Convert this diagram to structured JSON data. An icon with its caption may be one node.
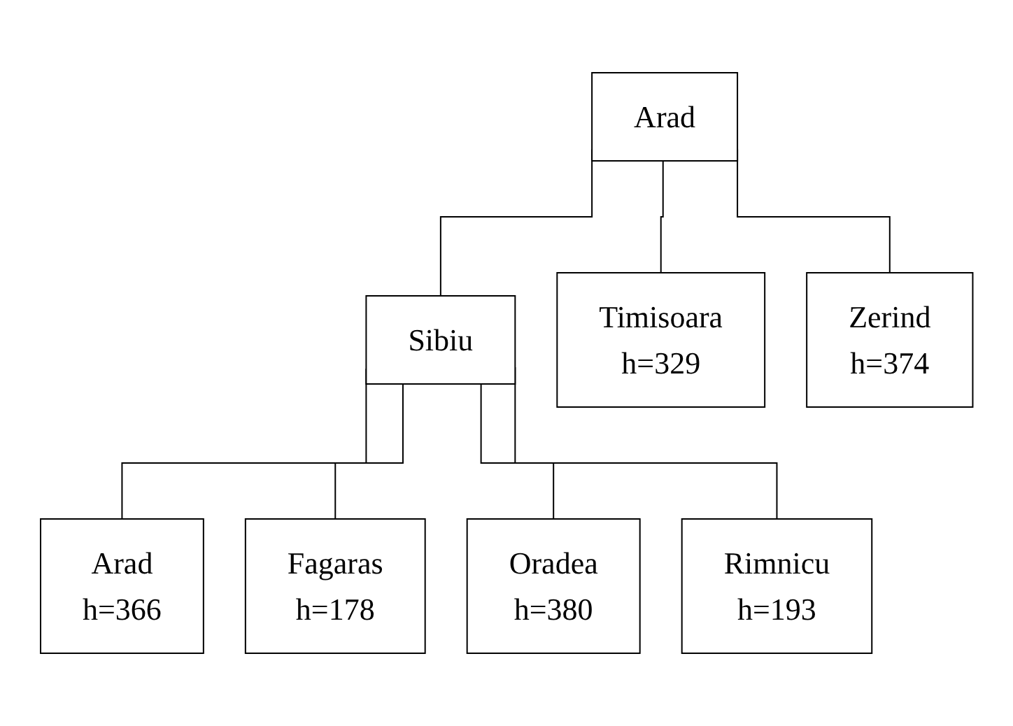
{
  "diagram": {
    "nodes": [
      {
        "text": [
          "Arad"
        ]
      },
      {
        "text": [
          "Sibiu"
        ]
      },
      {
        "text": [
          "Timisoara",
          "h=329"
        ]
      },
      {
        "text": [
          "Zerind",
          "h=374"
        ]
      },
      {
        "text": [
          "Arad",
          "h=366"
        ]
      },
      {
        "text": [
          "Fagaras",
          "h=178"
        ]
      },
      {
        "text": [
          "Oradea",
          "h=380"
        ]
      },
      {
        "text": [
          "Rimnicu",
          "h=193"
        ]
      }
    ],
    "edges": [
      {
        "from": 0,
        "to": 1,
        "arrow": "none"
      },
      {
        "from": 0,
        "to": 2,
        "arrow": "none"
      },
      {
        "from": 0,
        "to": 3,
        "arrow": "none"
      },
      {
        "from": 1,
        "to": 4,
        "arrow": "none"
      },
      {
        "from": 1,
        "to": 5,
        "arrow": "none"
      },
      {
        "from": 1,
        "to": 6,
        "arrow": "none"
      },
      {
        "from": 1,
        "to": 7,
        "arrow": "none"
      }
    ]
  }
}
